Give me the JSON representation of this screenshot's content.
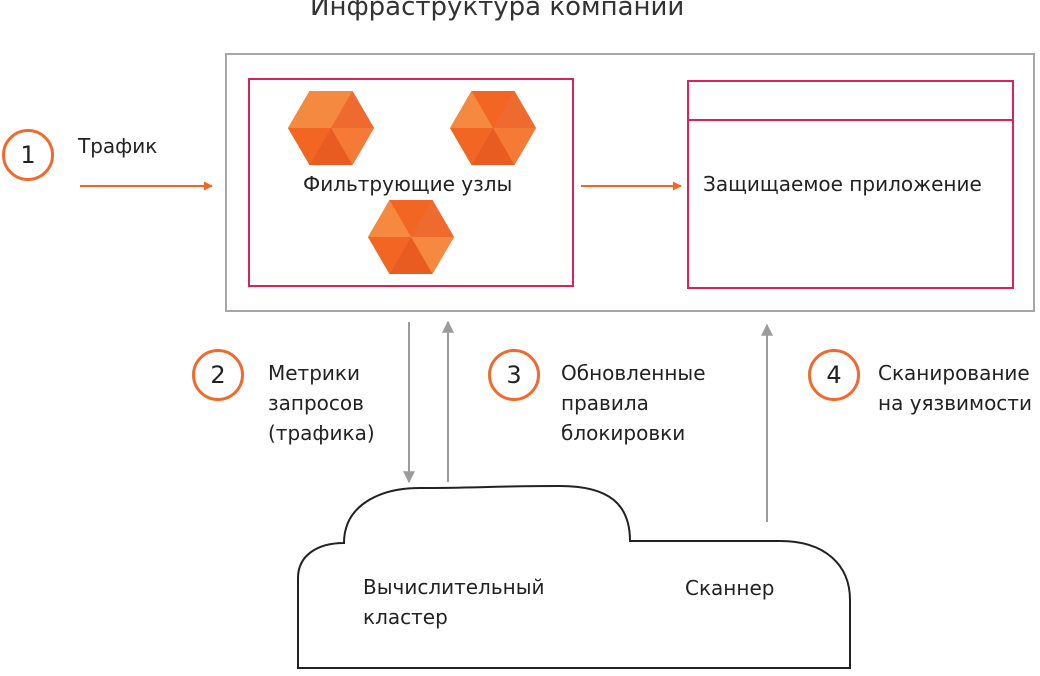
{
  "title": "Инфраструктура компании",
  "steps": [
    {
      "number": "1",
      "label": "Трафик"
    },
    {
      "number": "2",
      "label": "Метрики\nзапросов\n(трафика)"
    },
    {
      "number": "3",
      "label": "Обновленные\nправила\nблокировки"
    },
    {
      "number": "4",
      "label": "Сканирование\nна уязвимости"
    }
  ],
  "filter_nodes": {
    "label": "Фильтрующие узлы"
  },
  "protected_app": {
    "label": "Защищаемое приложение"
  },
  "cloud": {
    "cluster_label": "Вычислительный\nкластер",
    "scanner_label": "Сканнер"
  },
  "colors": {
    "accent_orange": "#EE6A2E",
    "node_orange": "#F26522",
    "border_pink": "#D6245A",
    "arrow_gray": "#9B9B9D",
    "frame_gray": "#A7A7A7"
  }
}
